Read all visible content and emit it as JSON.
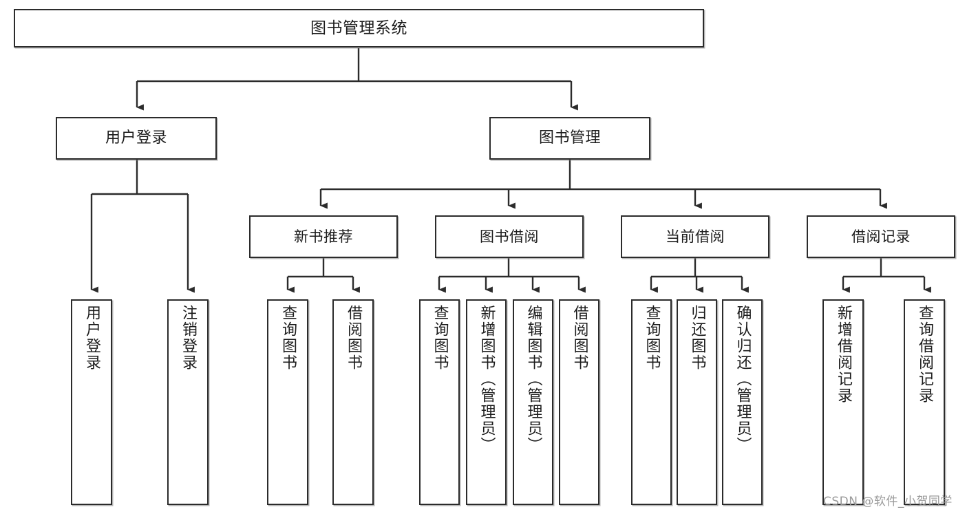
{
  "diagram": {
    "title": "图书管理系统",
    "type": "hierarchy-tree",
    "root": {
      "id": "root",
      "label": "图书管理系统"
    },
    "level1": [
      {
        "id": "user-login",
        "label": "用户登录"
      },
      {
        "id": "book-manage",
        "label": "图书管理"
      }
    ],
    "level2": [
      {
        "id": "new-book-recommend",
        "label": "新书推荐",
        "parent": "book-manage"
      },
      {
        "id": "book-borrow",
        "label": "图书借阅",
        "parent": "book-manage"
      },
      {
        "id": "current-borrow",
        "label": "当前借阅",
        "parent": "book-manage"
      },
      {
        "id": "borrow-record",
        "label": "借阅记录",
        "parent": "book-manage"
      }
    ],
    "leaves": [
      {
        "id": "leaf-user-login",
        "label": "用户登录",
        "parent": "user-login"
      },
      {
        "id": "leaf-logout",
        "label": "注销登录",
        "parent": "user-login"
      },
      {
        "id": "leaf-query-book-1",
        "label": "查询图书",
        "parent": "new-book-recommend"
      },
      {
        "id": "leaf-borrow-book-1",
        "label": "借阅图书",
        "parent": "new-book-recommend"
      },
      {
        "id": "leaf-query-book-2",
        "label": "查询图书",
        "parent": "book-borrow"
      },
      {
        "id": "leaf-add-book",
        "label": "新增图书（管理员）",
        "parent": "book-borrow"
      },
      {
        "id": "leaf-edit-book",
        "label": "编辑图书（管理员）",
        "parent": "book-borrow"
      },
      {
        "id": "leaf-borrow-book-2",
        "label": "借阅图书",
        "parent": "book-borrow"
      },
      {
        "id": "leaf-query-book-3",
        "label": "查询图书",
        "parent": "current-borrow"
      },
      {
        "id": "leaf-return-book",
        "label": "归还图书",
        "parent": "current-borrow"
      },
      {
        "id": "leaf-confirm-return",
        "label": "确认归还（管理员）",
        "parent": "current-borrow"
      },
      {
        "id": "leaf-add-record",
        "label": "新增借阅记录",
        "parent": "borrow-record"
      },
      {
        "id": "leaf-query-record",
        "label": "查询借阅记录",
        "parent": "borrow-record"
      }
    ],
    "colors": {
      "stroke": "#2b2b2b",
      "fill": "#ffffff",
      "text": "#1c1c1c",
      "watermark": "#9a9a9a"
    }
  },
  "watermark": {
    "text": "CSDN @软件_小贺同学"
  }
}
